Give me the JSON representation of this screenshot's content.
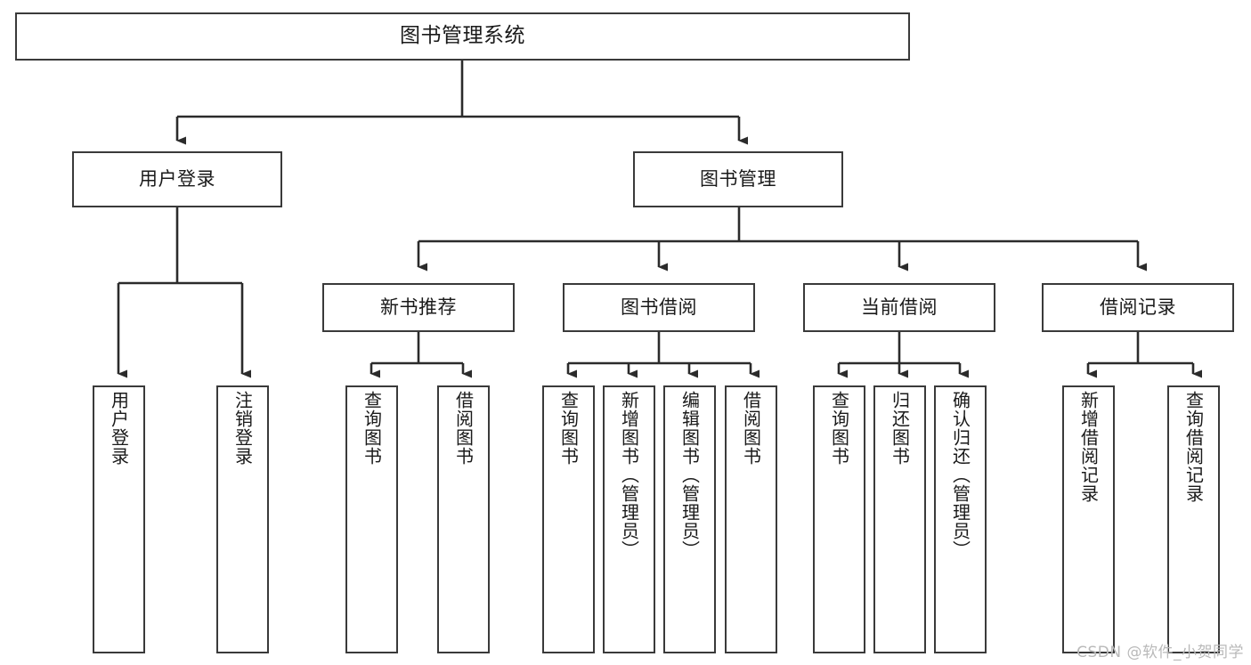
{
  "diagram": {
    "title": "图书管理系统",
    "type": "tree-hierarchy",
    "watermark": "CSDN @软件_小贺同学",
    "colors": {
      "box_border": "#3a3a3a",
      "box_fill": "#ffffff",
      "connector": "#2b2b2b",
      "text": "#1a1a1a",
      "watermark": "#b9b9b9"
    },
    "nodes": {
      "root": {
        "label": "图书管理系统"
      },
      "level1": [
        {
          "label": "用户登录"
        },
        {
          "label": "图书管理"
        }
      ],
      "level2": [
        {
          "label": "新书推荐"
        },
        {
          "label": "图书借阅"
        },
        {
          "label": "当前借阅"
        },
        {
          "label": "借阅记录"
        }
      ],
      "leaves": {
        "user_login": [
          {
            "label": "用户登录"
          },
          {
            "label": "注销登录"
          }
        ],
        "new_book": [
          {
            "label": "查询图书"
          },
          {
            "label": "借阅图书"
          }
        ],
        "book_borrow": [
          {
            "label": "查询图书"
          },
          {
            "label": "新增图书（管理员）"
          },
          {
            "label": "编辑图书（管理员）"
          },
          {
            "label": "借阅图书"
          }
        ],
        "current_borrow": [
          {
            "label": "查询图书"
          },
          {
            "label": "归还图书"
          },
          {
            "label": "确认归还（管理员）"
          }
        ],
        "borrow_record": [
          {
            "label": "新增借阅记录"
          },
          {
            "label": "查询借阅记录"
          }
        ]
      }
    }
  }
}
